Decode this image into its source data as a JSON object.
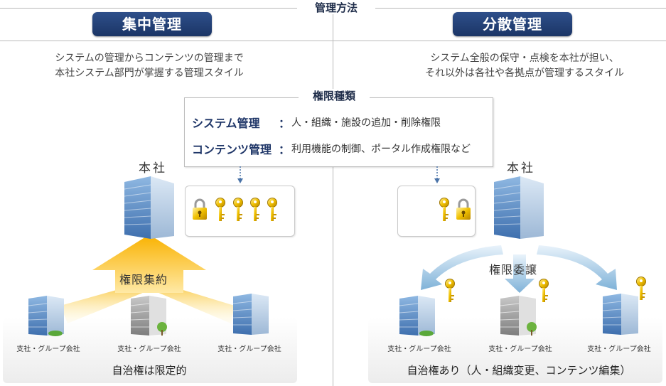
{
  "header": {
    "title": "管理方法"
  },
  "left": {
    "pill": "集中管理",
    "desc_line1": "システムの管理からコンテンツの管理まで",
    "desc_line2": "本社システム部門が掌握する管理スタイル",
    "hq_label": "本社",
    "flow_label": "権限集約",
    "branch_labels": [
      "支社・グループ会社",
      "支社・グループ会社",
      "支社・グループ会社"
    ],
    "bottom_label": "自治権は限定的"
  },
  "right": {
    "pill": "分散管理",
    "desc_line1": "システム全般の保守・点検を本社が担い、",
    "desc_line2": "それ以外は各社や各拠点が管理するスタイル",
    "hq_label": "本社",
    "flow_label": "権限委譲",
    "branch_labels": [
      "支社・グループ会社",
      "支社・グループ会社",
      "支社・グループ会社"
    ],
    "bottom_label": "自治権あり（人・組織変更、コンテンツ編集）"
  },
  "authority": {
    "title": "権限種類",
    "rows": [
      {
        "label": "システム管理",
        "sep": "：",
        "text": "人・組織・施設の追加・削除権限"
      },
      {
        "label": "コンテンツ管理",
        "sep": "：",
        "text": "利用機能の制御、ポータル作成権限など"
      }
    ]
  },
  "colors": {
    "pill": "#1f3a6e",
    "accent": "#f7b400",
    "arrow_blue": "#7fb2d8",
    "key_gold": "#e8b400"
  },
  "icons": [
    "building-icon",
    "padlock-icon",
    "key-icon",
    "dashed-arrow-icon"
  ]
}
